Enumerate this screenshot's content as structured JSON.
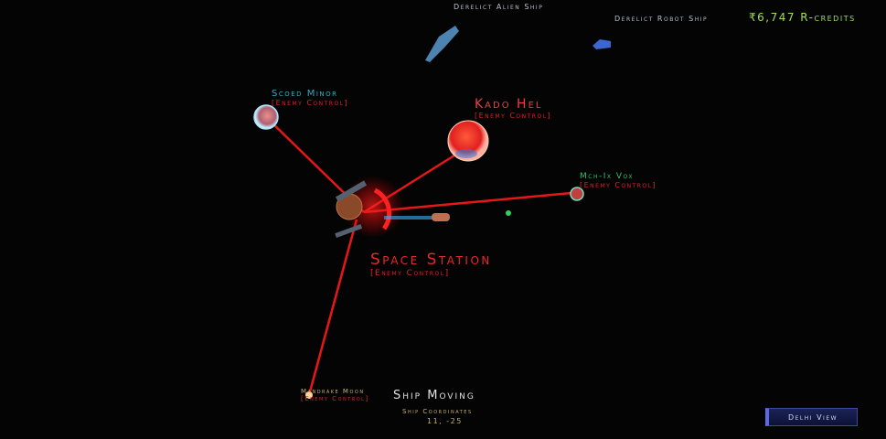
{
  "hud": {
    "credits": "₹6,747 R-credits",
    "status": "Ship Moving",
    "coords_label": "Ship Coordinates",
    "coords_value": "11, -25",
    "view_button": "Delhi View"
  },
  "derelicts": [
    {
      "name": "Derelict Alien Ship"
    },
    {
      "name": "Derelict Robot Ship"
    }
  ],
  "locations": [
    {
      "name": "Scoed Minor",
      "control": "[Enemy Control]"
    },
    {
      "name": "Kado Hel",
      "control": "[Enemy Control]"
    },
    {
      "name": "Mch-Ix Vox",
      "control": "[Enemy Control]"
    },
    {
      "name": "Space Station",
      "control": "[Enemy Control]"
    },
    {
      "name": "Mandrake Moon",
      "control": "[Enemy Control]"
    }
  ],
  "colors": {
    "enemy": "#e0202a",
    "credits": "#9fe060",
    "cyan_label": "#3aa8c8",
    "green_label": "#30c070"
  }
}
